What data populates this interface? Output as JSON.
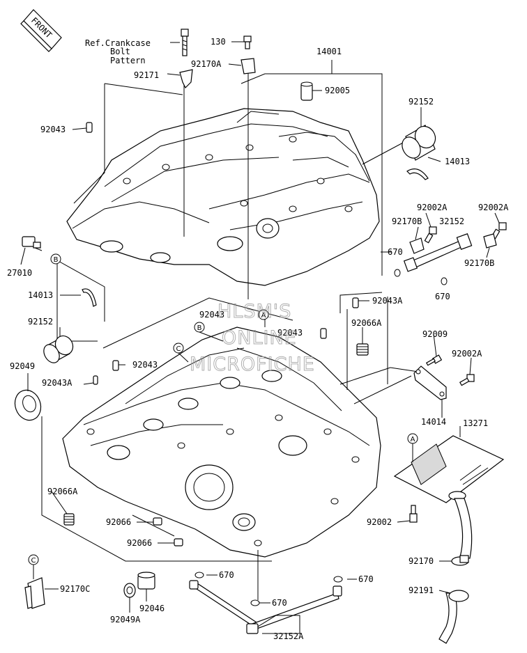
{
  "front_tag": "FRONT",
  "ref_note": [
    "Ref.Crankcase",
    "Bolt",
    "Pattern"
  ],
  "watermark": [
    "HLSM'S",
    "ONLINE",
    "MICROFICHE"
  ],
  "parts": {
    "p130": "130",
    "p92170A": "92170A",
    "p92171": "92171",
    "p14001": "14001",
    "p92005": "92005",
    "p92152_top": "92152",
    "p92043_a": "92043",
    "p14013_right": "14013",
    "p92002A_1": "92002A",
    "p92002A_2": "92002A",
    "p92170B_1": "92170B",
    "p32152": "32152",
    "p670_a": "670",
    "p92170B_2": "92170B",
    "p27010": "27010",
    "p670_b": "670",
    "p14013_left": "14013",
    "p92043A_right": "92043A",
    "p92043_b": "92043",
    "p92152_left": "92152",
    "p92043_c": "92043",
    "p92066A_right": "92066A",
    "p92049": "92049",
    "p92043_d": "92043",
    "p92009": "92009",
    "p92002A_3": "92002A",
    "p92043A_left": "92043A",
    "p14014": "14014",
    "p13271": "13271",
    "p92066A_left": "92066A",
    "p92066_a": "92066",
    "p92066_b": "92066",
    "p92002": "92002",
    "p92170": "92170",
    "p92170C": "92170C",
    "p670_c": "670",
    "p670_d": "670",
    "p92046": "92046",
    "p670_e": "670",
    "p92191": "92191",
    "p92049A": "92049A",
    "p32152A": "32152A"
  },
  "refs": {
    "A": "A",
    "B": "B",
    "C": "C"
  }
}
